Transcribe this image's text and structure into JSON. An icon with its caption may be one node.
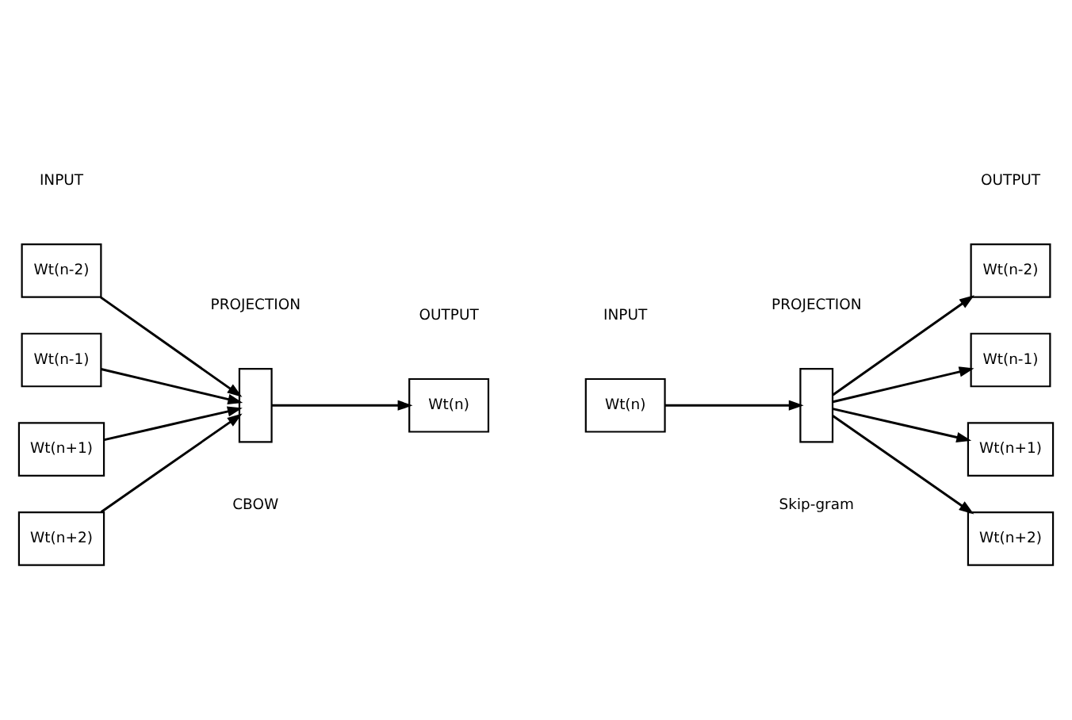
{
  "diagram": {
    "nodes": [
      {
        "text": [
          "Wt(n-2)"
        ]
      },
      {
        "text": [
          "Wt(n-1)"
        ]
      },
      {
        "text": [
          "Wt(n+1)"
        ]
      },
      {
        "text": [
          "Wt(n+2)"
        ]
      },
      {
        "text": [],
        "shape": "box"
      },
      {
        "text": [
          "Wt(n)"
        ]
      },
      {
        "text": [
          "Wt(n)"
        ]
      },
      {
        "text": [],
        "shape": "box"
      },
      {
        "text": [
          "Wt(n-2)"
        ]
      },
      {
        "text": [
          "Wt(n-1)"
        ]
      },
      {
        "text": [
          "Wt(n+1)"
        ]
      },
      {
        "text": [
          "Wt(n+2)"
        ]
      }
    ],
    "edges": [
      {
        "from": 0,
        "to": 4,
        "arrow": "to"
      },
      {
        "from": 1,
        "to": 4,
        "arrow": "to"
      },
      {
        "from": 2,
        "to": 4,
        "arrow": "to"
      },
      {
        "from": 3,
        "to": 4,
        "arrow": "to"
      },
      {
        "from": 4,
        "to": 5,
        "arrow": "to"
      },
      {
        "from": 6,
        "to": 7,
        "arrow": "to"
      },
      {
        "from": 7,
        "to": 8,
        "arrow": "to"
      },
      {
        "from": 7,
        "to": 9,
        "arrow": "to"
      },
      {
        "from": 7,
        "to": 10,
        "arrow": "to"
      },
      {
        "from": 7,
        "to": 11,
        "arrow": "to"
      }
    ],
    "labels": [
      "INPUT",
      "PROJECTION",
      "OUTPUT",
      "INPUT",
      "PROJECTION",
      "OUTPUT",
      "CBOW",
      "Skip-gram"
    ]
  }
}
